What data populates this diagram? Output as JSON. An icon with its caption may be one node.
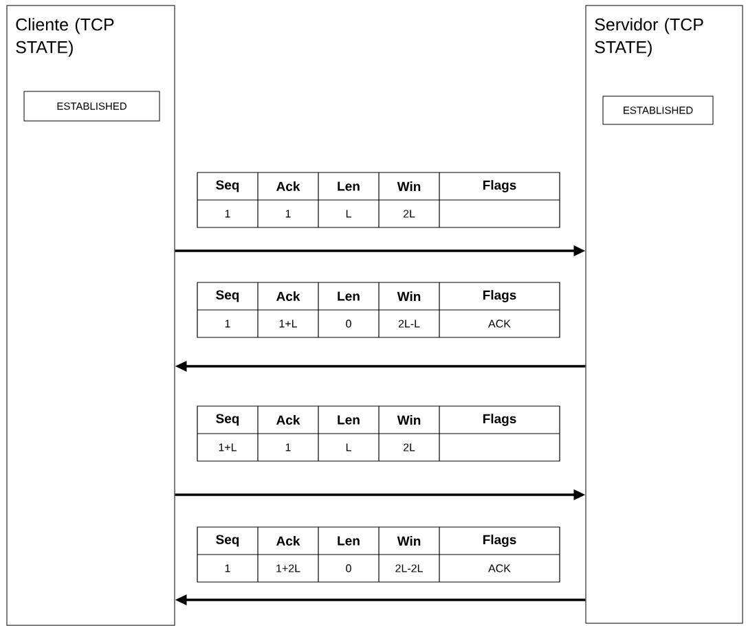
{
  "diagram": {
    "nodes": [
      {
        "text": [
          "Cliente (TCP STATE)"
        ]
      },
      {
        "text": [
          "ESTABLISHED"
        ],
        "in": 0
      },
      {
        "text": [
          "Servidor (TCP STATE)"
        ]
      },
      {
        "text": [
          "ESTABLISHED"
        ],
        "in": 2
      }
    ],
    "edges": [
      {
        "from": 0,
        "to": 2,
        "arrow": "to"
      },
      {
        "from": 2,
        "to": 0,
        "arrow": "to"
      },
      {
        "from": 0,
        "to": 2,
        "arrow": "to"
      },
      {
        "from": 2,
        "to": 0,
        "arrow": "to"
      }
    ],
    "labels": [
      "Seq",
      "Ack",
      "Len",
      "Win",
      "Flags",
      "1",
      "1",
      "L",
      "2L",
      "Seq",
      "Ack",
      "Len",
      "Win",
      "Flags",
      "1",
      "1+L",
      "0",
      "2L-L",
      "ACK",
      "Seq",
      "Ack",
      "Len",
      "Win",
      "Flags",
      "1+L",
      "1",
      "L",
      "2L",
      "Seq",
      "Ack",
      "Len",
      "Win",
      "Flags",
      "1",
      "1+2L",
      "0",
      "2L-2L",
      "ACK"
    ]
  }
}
